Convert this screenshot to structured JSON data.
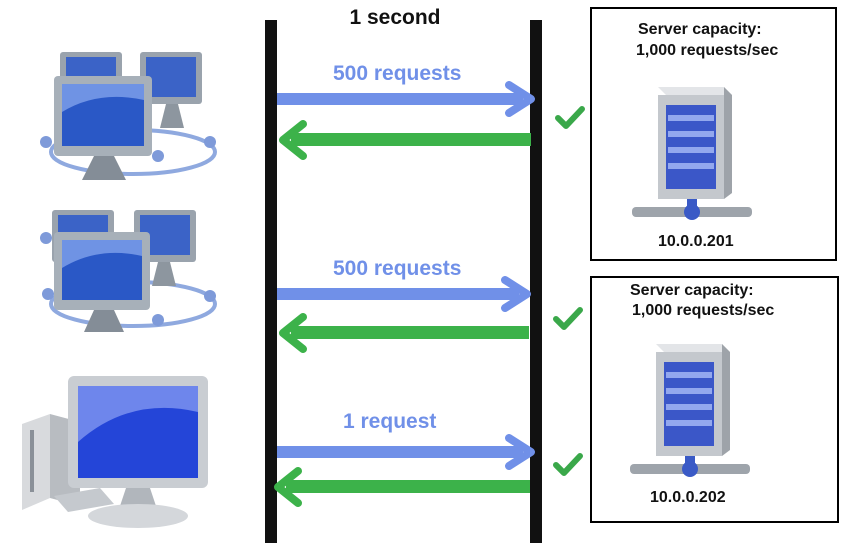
{
  "diagram": {
    "title": "1 second",
    "rows": [
      {
        "label": "500 requests",
        "client_icon": "computer-network-icon",
        "status_icon": "checkmark-icon"
      },
      {
        "label": "500 requests",
        "client_icon": "computer-network-icon",
        "status_icon": "checkmark-icon"
      },
      {
        "label": "1 request",
        "client_icon": "desktop-computer-icon",
        "status_icon": "checkmark-icon"
      }
    ],
    "servers": [
      {
        "capacity_line1": "Server capacity:",
        "capacity_line2": "1,000 requests/sec",
        "ip": "10.0.0.201",
        "icon": "server-icon"
      },
      {
        "capacity_line1": "Server capacity:",
        "capacity_line2": "1,000 requests/sec",
        "ip": "10.0.0.202",
        "icon": "server-icon"
      }
    ]
  },
  "colors": {
    "request_arrow": "#7090e8",
    "response_arrow": "#3cb24a",
    "check": "#3aa84a",
    "line": "#111111"
  }
}
